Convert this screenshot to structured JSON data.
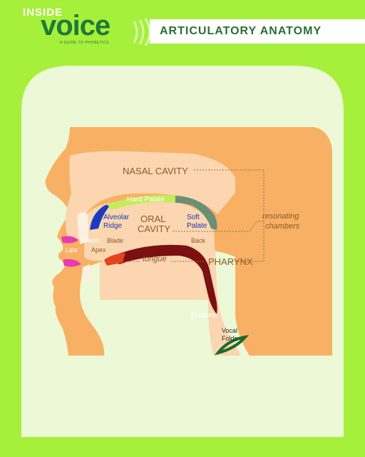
{
  "brand": {
    "top": "INSIDE",
    "main": "voice",
    "tagline": "A GUIDE TO PHONETICS"
  },
  "header": {
    "title": "ARTICULATORY ANATOMY"
  },
  "labels": {
    "nasal_cavity": "NASAL CAVITY",
    "hard_palate": "Hard Palate",
    "alveolar_ridge_1": "Alveolar",
    "alveolar_ridge_2": "Ridge",
    "oral_cavity_1": "ORAL",
    "oral_cavity_2": "CAVITY",
    "soft_palate_1": "Soft",
    "soft_palate_2": "Palate",
    "resonating_1": "resonating",
    "resonating_2": "chambers",
    "teeth": "Teeth",
    "lips": "Lips",
    "blade": "Blade",
    "apex": "Apex",
    "back": "Back",
    "tongue": "tongue",
    "pharynx": "PHARYNX",
    "epiglottis": "Epiglottis",
    "vocal_folds_1": "Vocal",
    "vocal_folds_2": "Folds"
  },
  "colors": {
    "background": "#a6f03c",
    "panel": "#ecf8d6",
    "head": "#f8b064",
    "cavity": "#fbd6b0",
    "hard_palate": "#c5ec5a",
    "soft_palate": "#6a8f76",
    "alveolar_ridge": "#1c3cc0",
    "lips": "#e83ab4",
    "tongue_back": "#7a1010",
    "tongue_apex": "#e8401c",
    "vocal_folds": "#1d6a2a"
  }
}
